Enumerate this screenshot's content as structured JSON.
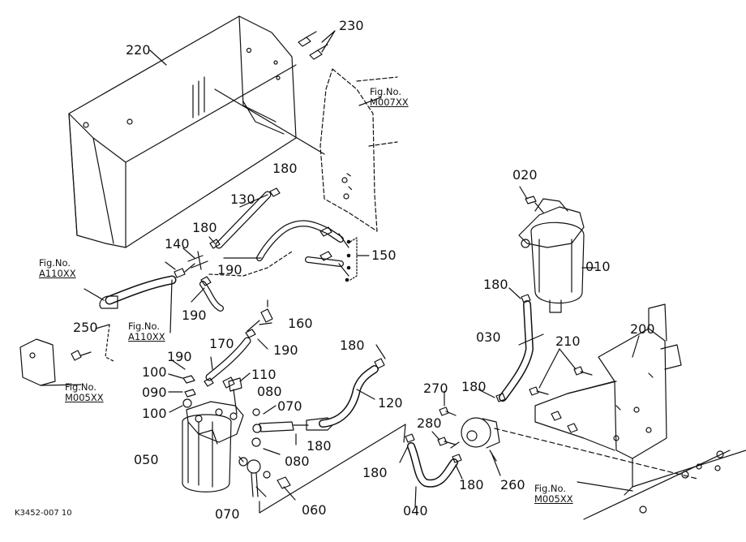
{
  "diagram": {
    "drawing_code": "K3452-007 10",
    "part_numbers": {
      "p220": "220",
      "p230": "230",
      "p180a": "180",
      "p130": "130",
      "p180b": "180",
      "p140": "140",
      "p190a": "190",
      "p150": "150",
      "p190b": "190",
      "p160": "160",
      "p250": "250",
      "p170": "170",
      "p190c": "190",
      "p190d": "190",
      "p100a": "100",
      "p110": "110",
      "p090": "090",
      "p100b": "100",
      "p080a": "080",
      "p070a": "070",
      "p180c": "180",
      "p080b": "080",
      "p050": "050",
      "p070b": "070",
      "p060": "060",
      "p180d": "180",
      "p120": "120",
      "p020": "020",
      "p010": "010",
      "p180e": "180",
      "p030": "030",
      "p210": "210",
      "p200": "200",
      "p270": "270",
      "p180f": "180",
      "p280": "280",
      "p180g": "180",
      "p180h": "180",
      "p260": "260",
      "p040": "040"
    },
    "figure_refs": [
      {
        "label": "Fig.No.",
        "ref": "M007XX"
      },
      {
        "label": "Fig.No.",
        "ref": "A110XX"
      },
      {
        "label": "Fig.No.",
        "ref": "A110XX"
      },
      {
        "label": "Fig.No.",
        "ref": "M005XX"
      },
      {
        "label": "Fig.No.",
        "ref": "M005XX"
      }
    ],
    "colors": {
      "line": "#111111",
      "background": "#ffffff"
    }
  }
}
